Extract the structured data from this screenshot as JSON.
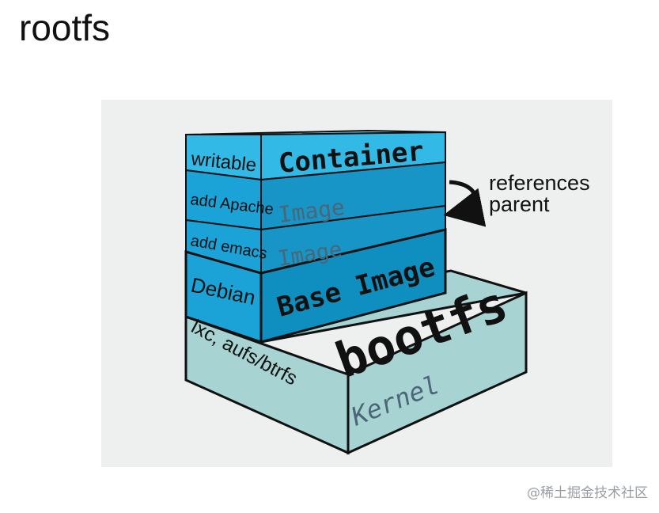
{
  "slide": {
    "title": "rootfs",
    "watermark": "@稀土掘金技术社区"
  },
  "diagram": {
    "layers": [
      {
        "side_label": "writable",
        "front_label": "Container"
      },
      {
        "side_label": "add Apache",
        "front_label": "Image"
      },
      {
        "side_label": "add emacs",
        "front_label": "Image"
      },
      {
        "side_label": "Debian",
        "front_label": "Base Image"
      }
    ],
    "bootfs": {
      "top_label": "bootfs",
      "side_label": "lxc, aufs/btrfs",
      "front_label": "Kernel"
    },
    "annotation": {
      "line1": "references",
      "line2": "parent"
    },
    "colors": {
      "light_blue": "#33b9e5",
      "mid_blue": "#1ba3d8",
      "dark_blue": "#0f8fc0",
      "teal": "#a7d4d2",
      "outline": "#111111"
    }
  }
}
